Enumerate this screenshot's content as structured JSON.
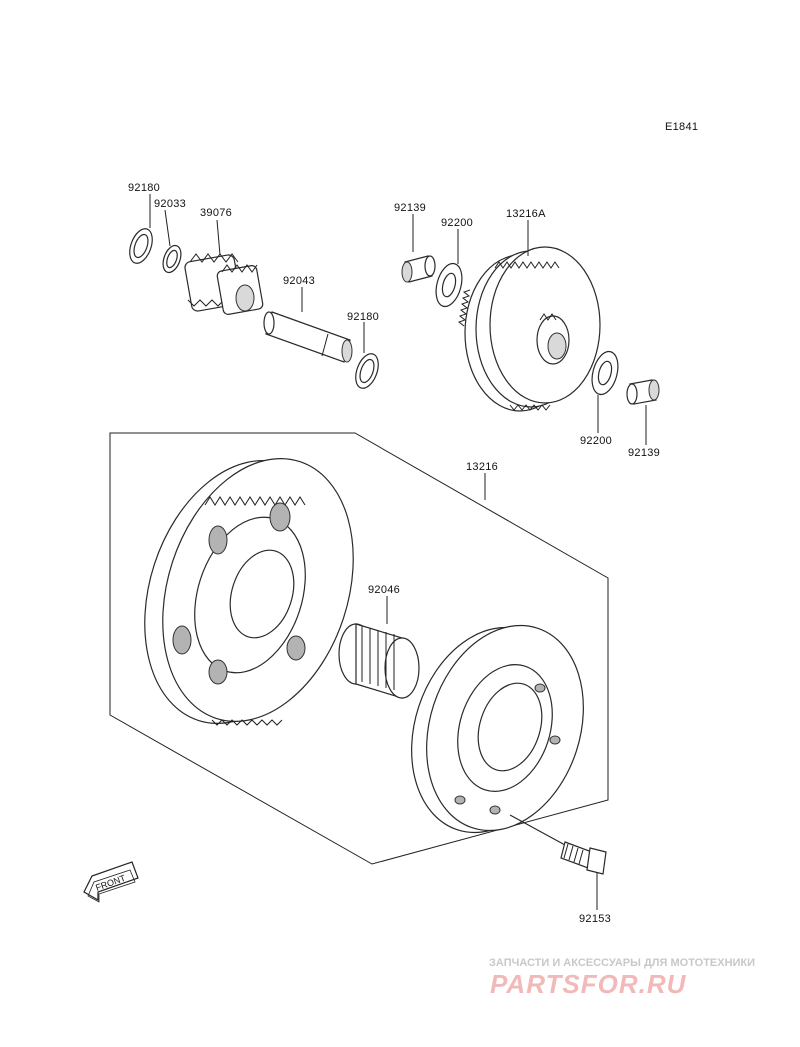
{
  "diagram_code": "E1841",
  "parts": {
    "p92180_top": "92180",
    "p92033": "92033",
    "p39076": "39076",
    "p92043": "92043",
    "p92180_bottom": "92180",
    "p92139_top": "92139",
    "p92200_top": "92200",
    "p13216A": "13216A",
    "p92200_bottom": "92200",
    "p92139_bottom": "92139",
    "p13216": "13216",
    "p92046": "92046",
    "p92153": "92153"
  },
  "front_label": "FRONT",
  "watermark": {
    "tagline": "ЗАПЧАСТИ И АКСЕССУАРЫ ДЛЯ МОТОТЕХНИКИ",
    "brand": "PARTSFOR.RU"
  }
}
